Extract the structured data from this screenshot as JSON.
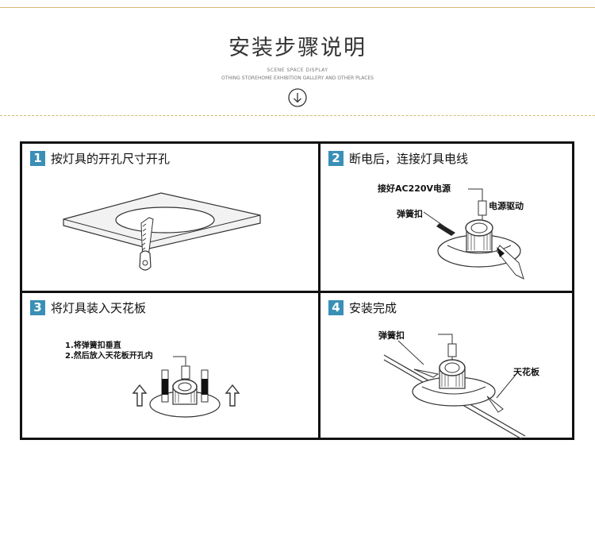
{
  "header": {
    "title": "安装步骤说明",
    "subtitle_line1": "SCENE SPACE DISPLAY",
    "subtitle_line2": "OTHING STOREHOME EXHIBITION GALLERY AND OTHER PLACES"
  },
  "steps": [
    {
      "number": "1",
      "title": "按灯具的开孔尺寸开孔"
    },
    {
      "number": "2",
      "title": "断电后，连接灯具电线",
      "labels": {
        "ac": "接好AC220V电源",
        "driver": "电源驱动",
        "spring": "弹簧扣"
      }
    },
    {
      "number": "3",
      "title": "将灯具装入天花板",
      "labels": {
        "line1": "1.将弹簧扣垂直",
        "line2": "2.然后放入天花板开孔内"
      }
    },
    {
      "number": "4",
      "title": "安装完成",
      "labels": {
        "spring": "弹簧扣",
        "ceiling": "天花板"
      }
    }
  ],
  "colors": {
    "accent_gold": "#d9b878",
    "step_badge": "#3a8fb7"
  }
}
